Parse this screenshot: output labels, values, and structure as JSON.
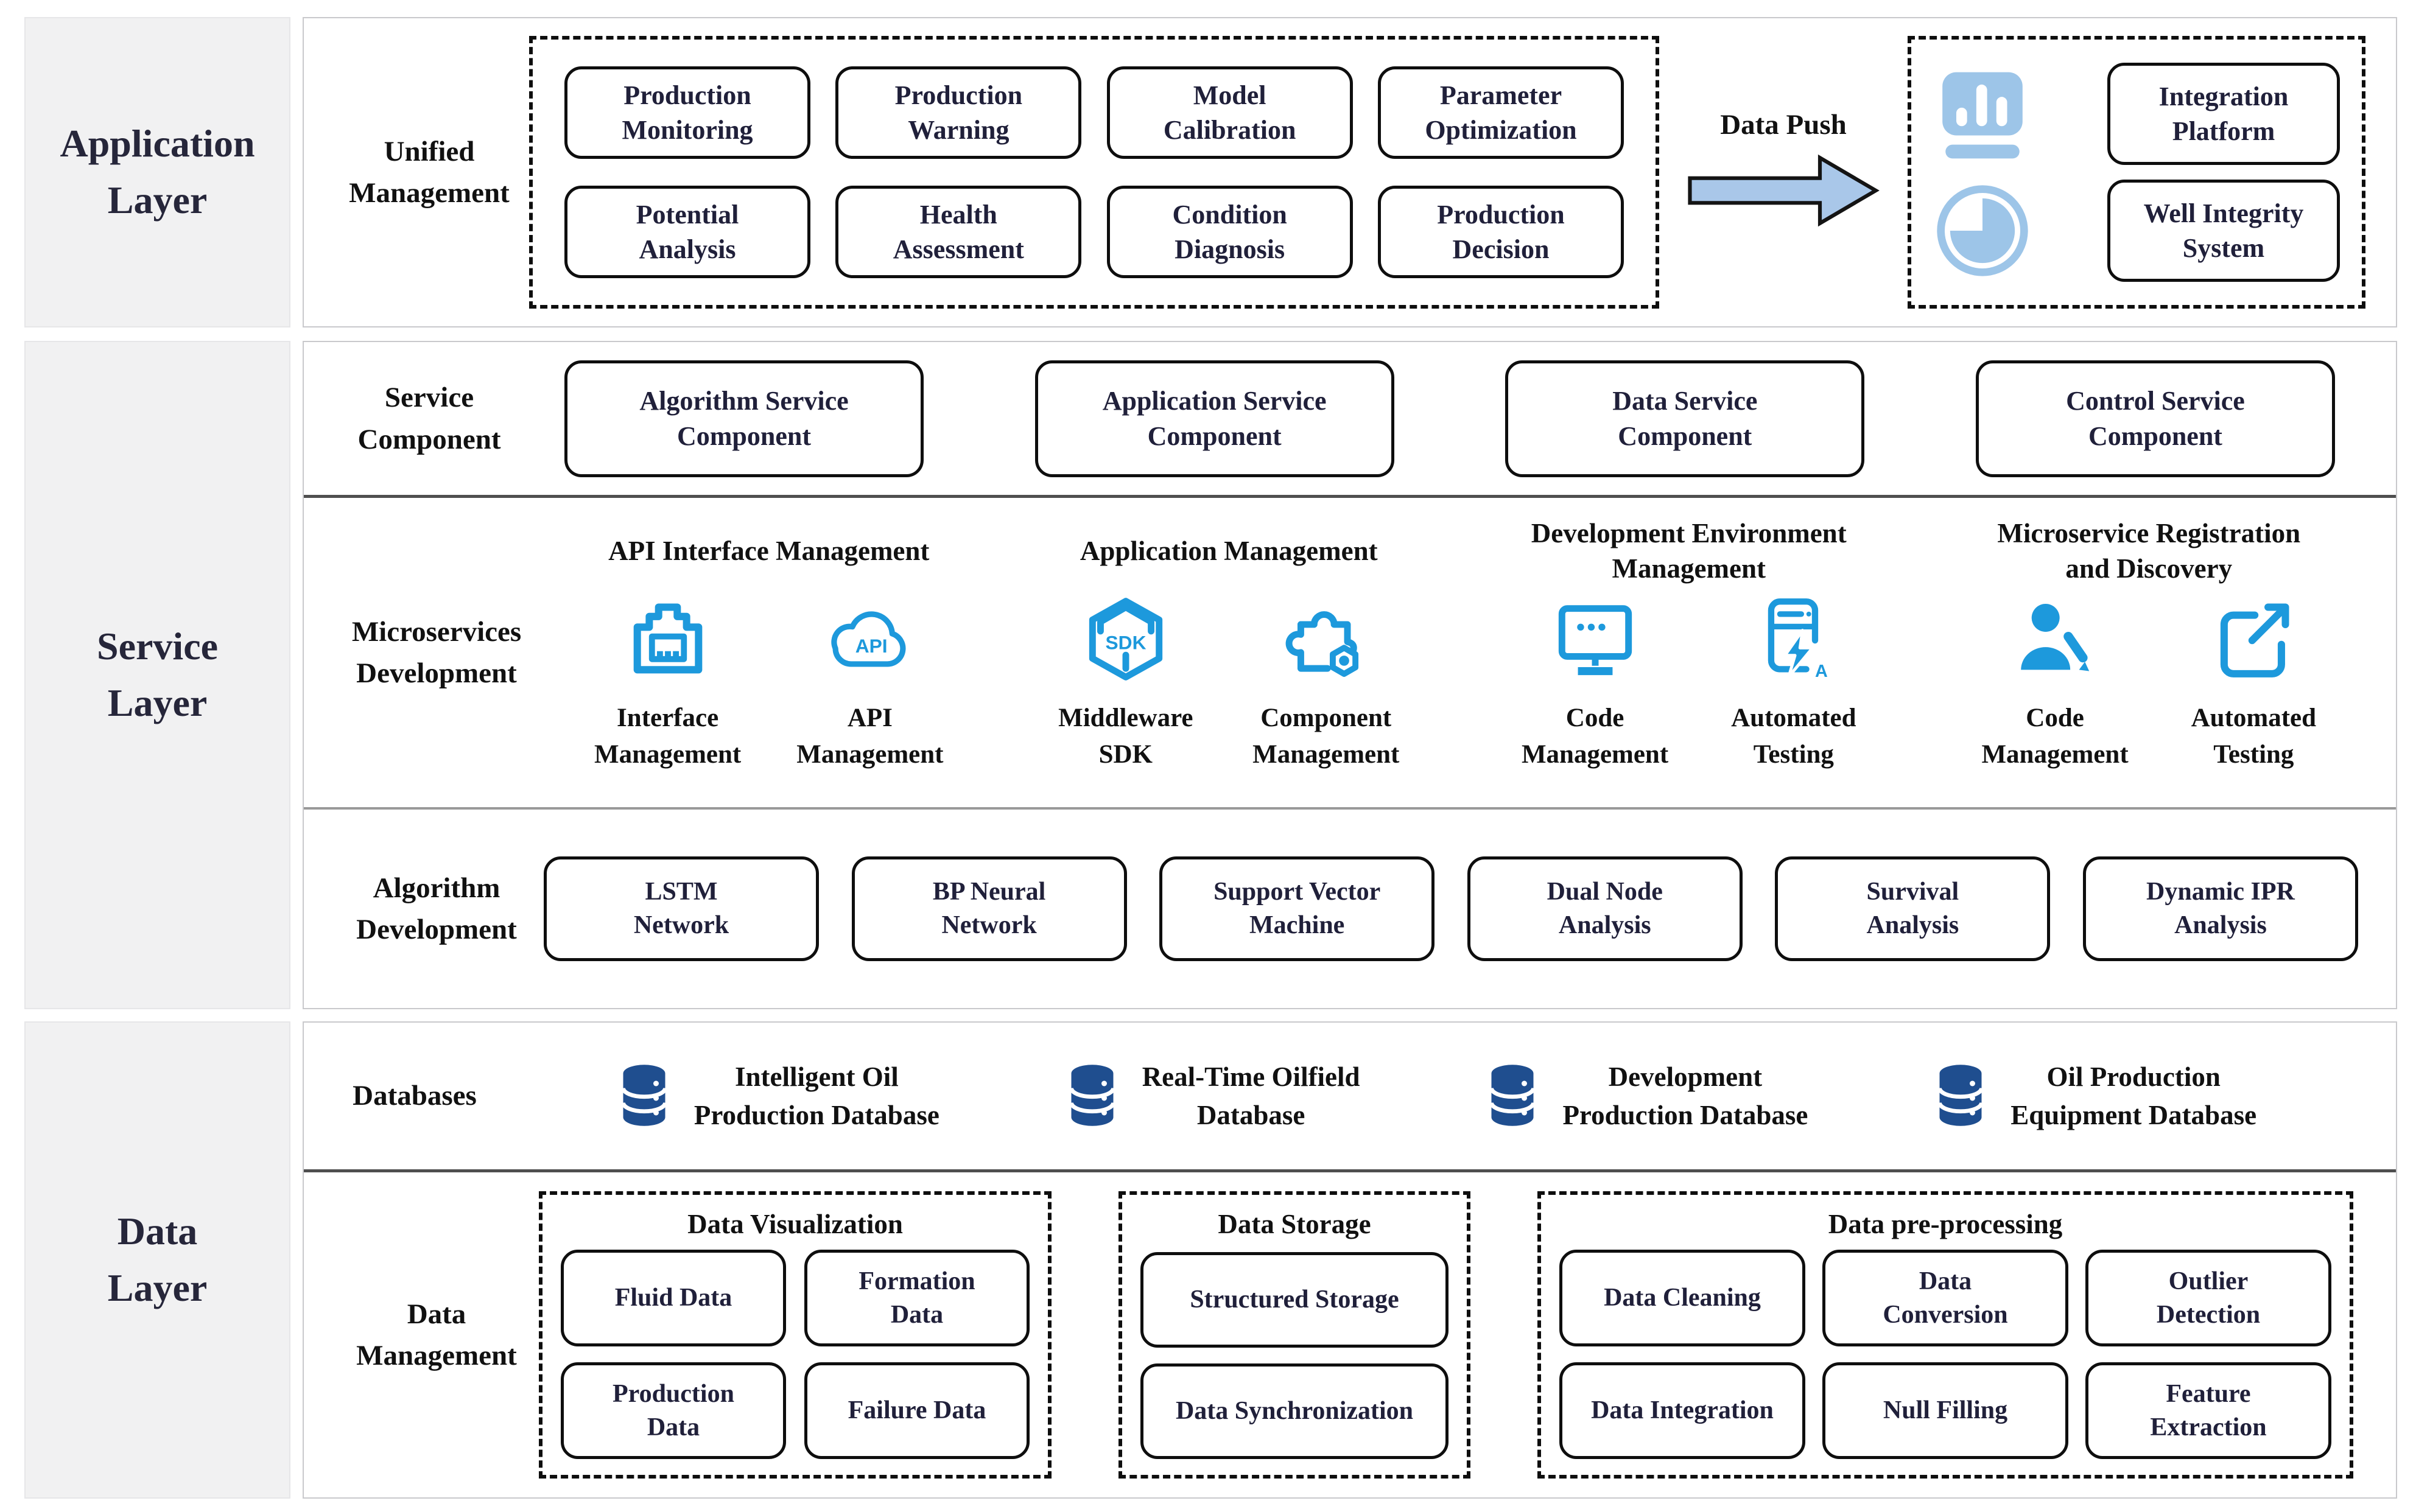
{
  "colors": {
    "accent_blue": "#1D99DC",
    "light_blue": "#9DC5E8",
    "database_blue": "#1F4E8F",
    "label_panel_grey": "#F1F1F2",
    "divider_grey": "#4F4F4F",
    "box_text_navy": "#20203A"
  },
  "application_layer": {
    "label": "Application\nLayer",
    "unified_management_label": "Unified\nManagement",
    "modules": [
      "Production\nMonitoring",
      "Production\nWarning",
      "Model\nCalibration",
      "Parameter\nOptimization",
      "Potential\nAnalysis",
      "Health\nAssessment",
      "Condition\nDiagnosis",
      "Production\nDecision"
    ],
    "data_push_label": "Data Push",
    "integration_items": [
      {
        "icon": "bar-chart-icon",
        "label": "Integration\nPlatform"
      },
      {
        "icon": "pie-chart-icon",
        "label": "Well Integrity\nSystem"
      }
    ]
  },
  "service_layer": {
    "label": "Service\nLayer",
    "service_component": {
      "label": "Service\nComponent",
      "boxes": [
        "Algorithm Service\nComponent",
        "Application Service\nComponent",
        "Data  Service\nComponent",
        "Control  Service\nComponent"
      ]
    },
    "microservices_development": {
      "label": "Microservices\nDevelopment",
      "groups": [
        {
          "title": "API Interface Management",
          "items": [
            {
              "icon": "ethernet-port-icon",
              "label": "Interface\nManagement"
            },
            {
              "icon": "api-cloud-icon",
              "label": "API\nManagement"
            }
          ]
        },
        {
          "title": "Application Management",
          "items": [
            {
              "icon": "sdk-box-icon",
              "label": "Middleware\nSDK"
            },
            {
              "icon": "puzzle-gear-icon",
              "label": "Component\nManagement"
            }
          ]
        },
        {
          "title": "Development Environment\nManagement",
          "items": [
            {
              "icon": "monitor-code-icon",
              "label": "Code\nManagement"
            },
            {
              "icon": "server-lightning-icon",
              "label": "Automated\nTesting"
            }
          ]
        },
        {
          "title": "Microservice Registration\nand Discovery",
          "items": [
            {
              "icon": "user-edit-icon",
              "label": "Code\nManagement"
            },
            {
              "icon": "external-link-icon",
              "label": "Automated\nTesting"
            }
          ]
        }
      ]
    },
    "algorithm_development": {
      "label": "Algorithm\nDevelopment",
      "boxes": [
        "LSTM\nNetwork",
        "BP Neural\nNetwork",
        "Support Vector\nMachine",
        "Dual Node\nAnalysis",
        "Survival\nAnalysis",
        "Dynamic IPR\nAnalysis"
      ]
    }
  },
  "data_layer": {
    "label": "Data\nLayer",
    "databases": {
      "label": "Databases",
      "items": [
        "Intelligent Oil\nProduction Database",
        "Real-Time Oilfield\nDatabase",
        "Development\nProduction Database",
        "Oil Production\nEquipment Database"
      ]
    },
    "data_management": {
      "label": "Data\nManagement",
      "groups": [
        {
          "title": "Data Visualization",
          "boxes": [
            "Fluid Data",
            "Formation\nData",
            "Production\nData",
            "Failure Data"
          ]
        },
        {
          "title": "Data Storage",
          "boxes": [
            "Structured Storage",
            "Data Synchronization"
          ]
        },
        {
          "title": "Data pre-processing",
          "boxes": [
            "Data Cleaning",
            "Data\nConversion",
            "Outlier\nDetection",
            "Data Integration",
            "Null Filling",
            "Feature\nExtraction"
          ]
        }
      ]
    }
  }
}
